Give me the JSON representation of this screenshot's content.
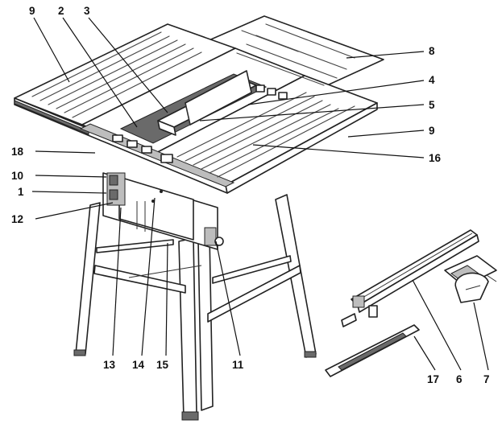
{
  "labels": {
    "l9a": "9",
    "l2": "2",
    "l3": "3",
    "l8": "8",
    "l4": "4",
    "l5": "5",
    "l9b": "9",
    "l16": "16",
    "l18": "18",
    "l10": "10",
    "l1": "1",
    "l12": "12",
    "l13": "13",
    "l14": "14",
    "l15": "15",
    "l11": "11",
    "l17": "17",
    "l6": "6",
    "l7": "7"
  }
}
